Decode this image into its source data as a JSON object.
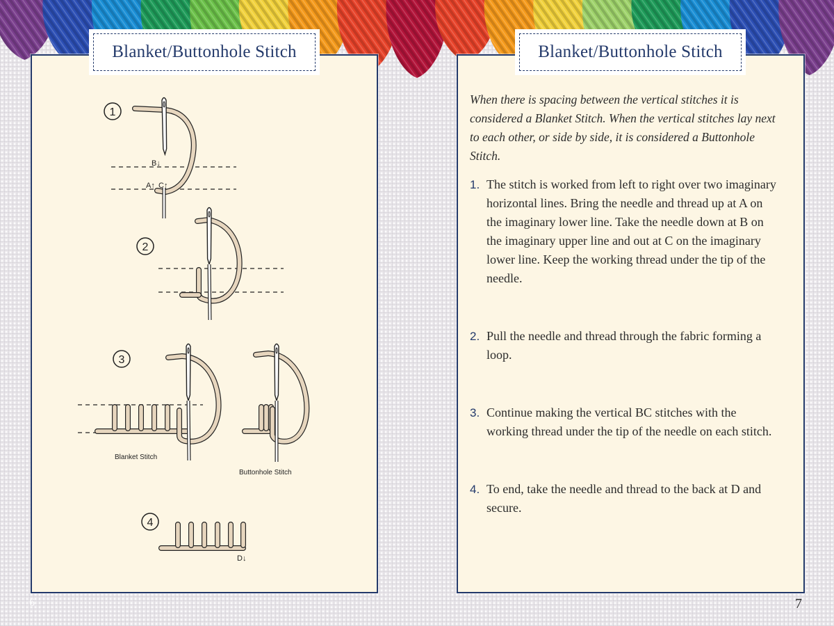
{
  "decor": {
    "floss_colors": [
      "#7b3f8e",
      "#2c4fb5",
      "#1a8fd6",
      "#1f9c5a",
      "#6cc24a",
      "#f2d23c",
      "#f59a1b",
      "#e8432a",
      "#b3143a",
      "#e8432a",
      "#f59a1b",
      "#f2d23c",
      "#9fd36b",
      "#1f9c5a",
      "#1a8fd6",
      "#2c4fb5",
      "#7b3f8e"
    ],
    "page_color": "#fdf6e4",
    "border_color": "#243a6b",
    "thread_color": "#e7d6be"
  },
  "left_page": {
    "title": "Blanket/Buttonhole Stitch",
    "page_number": "6",
    "diagram": {
      "step_markers": [
        "①",
        "②",
        "③",
        "④"
      ],
      "labels": {
        "b": "B↓",
        "a": "A↑",
        "c": "C↑",
        "d": "D↓",
        "blanket": "Blanket Stitch",
        "buttonhole": "Buttonhole Stitch"
      }
    }
  },
  "right_page": {
    "title": "Blanket/Buttonhole Stitch",
    "page_number": "7",
    "intro": "When there is spacing between the vertical stitches it is considered a Blanket Stitch. When the vertical stitches lay next to each other, or side by side, it is considered a Buttonhole Stitch.",
    "steps": [
      {
        "number": "1.",
        "text": "The stitch is worked from left to right over two imaginary horizontal lines. Bring the needle and thread up at A on the imaginary lower line. Take the needle down at B on the imaginary upper line and out at C on the imaginary lower line. Keep the working thread under the tip of the needle."
      },
      {
        "number": "2.",
        "text": "Pull the needle and thread through the fabric forming a loop."
      },
      {
        "number": "3.",
        "text": "Continue making the vertical BC stitches with the working thread under the tip of the needle on each stitch."
      },
      {
        "number": "4.",
        "text": "To end, take the needle and thread to the back at D and secure."
      }
    ]
  }
}
